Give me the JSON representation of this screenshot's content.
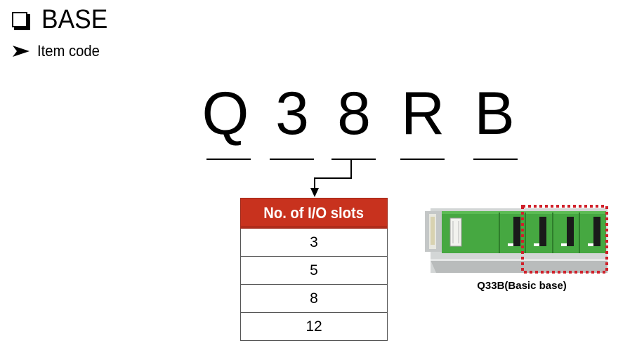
{
  "page": {
    "title": "BASE",
    "subtitle": "Item code"
  },
  "code": {
    "letters": [
      "Q",
      "3",
      "8",
      "R",
      "B"
    ]
  },
  "table": {
    "header": "No. of I/O slots",
    "rows": [
      "3",
      "5",
      "8",
      "12"
    ]
  },
  "image": {
    "caption": "Q33B(Basic base)"
  },
  "colors": {
    "header_bg": "#c8321e",
    "highlight": "#d0202a",
    "board": "#46a841"
  }
}
